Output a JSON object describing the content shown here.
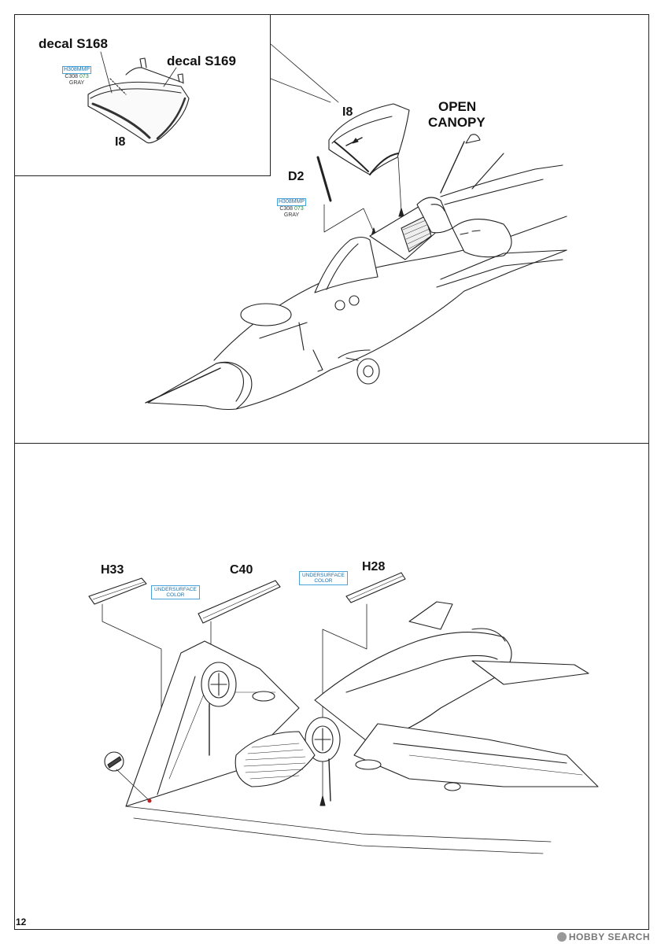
{
  "top_step": {
    "inset": {
      "decal_left": "decal S168",
      "decal_right": "decal S169",
      "part": "I8",
      "paint": {
        "primary": "H308",
        "primary_suffix": "MMP",
        "secondary": "C308",
        "secondary_code": "073",
        "name": "GRAY"
      }
    },
    "part_i8": "I8",
    "part_d2": "D2",
    "note_open": "OPEN",
    "note_canopy": "CANOPY",
    "paint_d2": {
      "primary": "H308",
      "primary_suffix": "MMP",
      "secondary": "C308",
      "secondary_code": "073",
      "name": "GRAY"
    }
  },
  "bottom_step": {
    "part_h33": "H33",
    "part_c40": "C40",
    "part_h28": "H28",
    "color_left": {
      "line1": "UNDERSURFACE",
      "line2": "COLOR"
    },
    "color_right": {
      "line1": "UNDERSURFACE",
      "line2": "COLOR"
    }
  },
  "footer": {
    "page_number": "12",
    "watermark": "HOBBY SEARCH"
  }
}
